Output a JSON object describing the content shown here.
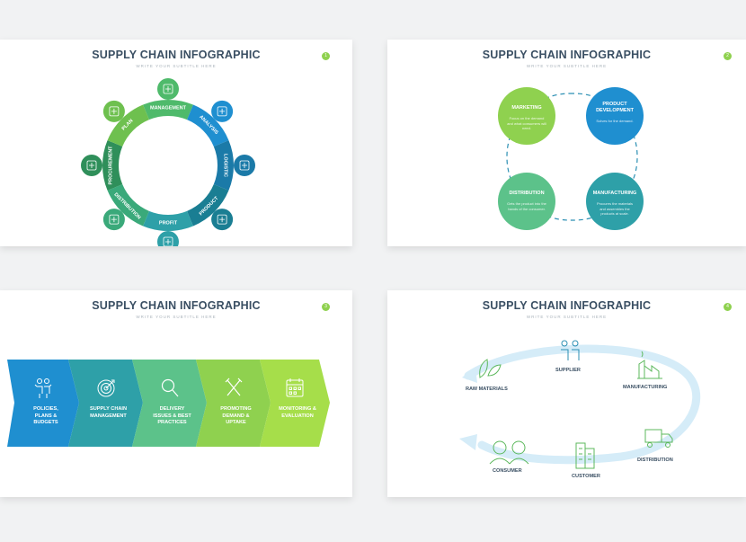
{
  "slides": [
    {
      "title": "SUPPLY CHAIN INFOGRAPHIC",
      "subtitle": "WRITE YOUR SUBTITLE HERE",
      "page_number": "1",
      "segments": [
        "MANAGEMENT",
        "ANALYSIS",
        "LOGISTIC",
        "PRODUCT",
        "PROFIT",
        "DISTRIBUTION",
        "PROCUREMENT",
        "PLAN"
      ]
    },
    {
      "title": "SUPPLY CHAIN INFOGRAPHIC",
      "subtitle": "WRITE YOUR SUBTITLE HERE",
      "page_number": "2",
      "circles": [
        {
          "title": "MARKETING",
          "text": "Focus on the demand and what consumers will need."
        },
        {
          "title": "PRODUCT DEVELOPMENT",
          "text": "Solves for the demand."
        },
        {
          "title": "DISTRIBUTION",
          "text": "Gets the product into the hands of the consumer."
        },
        {
          "title": "MANUFACTURING",
          "text": "Procures the materials and assembles the products at scale."
        }
      ]
    },
    {
      "title": "SUPPLY CHAIN INFOGRAPHIC",
      "subtitle": "WRITE YOUR SUBTITLE HERE",
      "page_number": "3",
      "steps": [
        {
          "label": "POLICIES, PLANS & BUDGETS",
          "icon": "people-icon"
        },
        {
          "label": "SUPPLY CHAIN MANAGEMENT",
          "icon": "target-icon"
        },
        {
          "label": "DELIVERY ISSUES & BEST PRACTICES",
          "icon": "magnifier-icon"
        },
        {
          "label": "PROMOTING DEMAND & UPTAKE",
          "icon": "tools-icon"
        },
        {
          "label": "MONITORING & EVALUATION",
          "icon": "calendar-icon"
        }
      ]
    },
    {
      "title": "SUPPLY CHAIN INFOGRAPHIC",
      "subtitle": "WRITE YOUR SUBTITLE HERE",
      "page_number": "4",
      "stages": [
        "RAW MATERIALS",
        "SUPPLIER",
        "MANUFACTURING",
        "DISTRIBUTION",
        "CUSTOMER",
        "CONSUMER"
      ]
    }
  ],
  "colors": {
    "navy": "#3a4f63",
    "green": "#8fd14f",
    "teal": "#2ea0a8",
    "blue": "#1f8fd0",
    "mint": "#5cc28a"
  }
}
